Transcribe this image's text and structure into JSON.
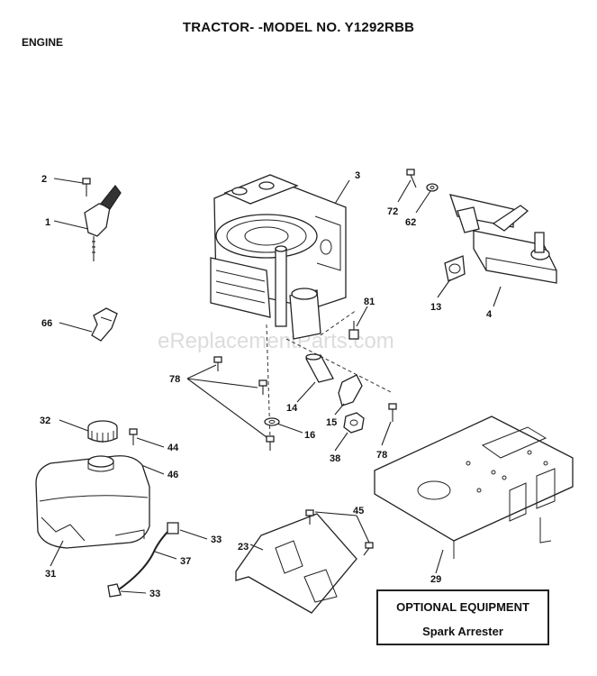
{
  "header": {
    "title": "TRACTOR- -MODEL NO. Y1292RBB",
    "section": "ENGINE"
  },
  "watermark": "eReplacementParts.com",
  "callouts": {
    "c2": "2",
    "c1": "1",
    "c66": "66",
    "c3": "3",
    "c72": "72",
    "c62": "62",
    "c13": "13",
    "c4": "4",
    "c81": "81",
    "c78a": "78",
    "c14": "14",
    "c15": "15",
    "c16": "16",
    "c38": "38",
    "c78b": "78",
    "c32": "32",
    "c44": "44",
    "c46": "46",
    "c31": "31",
    "c33a": "33",
    "c37": "37",
    "c33b": "33",
    "c45": "45",
    "c23": "23",
    "c29": "29"
  },
  "optional_box": {
    "line1": "OPTIONAL EQUIPMENT",
    "line2": "Spark Arrester"
  }
}
